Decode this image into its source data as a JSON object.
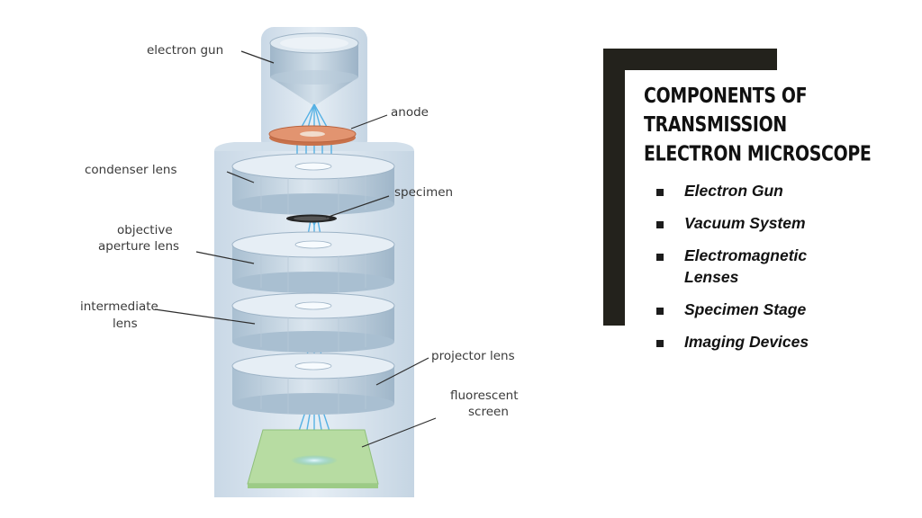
{
  "diagram": {
    "labels": {
      "electron_gun": "electron gun",
      "anode": "anode",
      "condenser_lens": "condenser lens",
      "specimen": "specimen",
      "objective_line1": "objective",
      "objective_line2": "aperture lens",
      "intermediate_line1": "intermediate",
      "intermediate_line2": "lens",
      "projector_lens": "projector lens",
      "fluorescent_line1": "fluorescent",
      "fluorescent_line2": "screen"
    },
    "colors": {
      "column": "#dfe8f1",
      "lens_face": "#e4ecf3",
      "lens_side": "#b7cad9",
      "beam": "#4fb3e8",
      "anode": "#d98a62",
      "screen": "#b5dca0"
    }
  },
  "panel": {
    "title_lines": [
      "COMPONENTS OF",
      "TRANSMISSION",
      "ELECTRON MICROSCOPE"
    ],
    "items": [
      [
        "Electron Gun"
      ],
      [
        "Vacuum System"
      ],
      [
        "Electromagnetic",
        "Lenses"
      ],
      [
        "Specimen Stage"
      ],
      [
        "Imaging Devices"
      ]
    ],
    "bracket_color": "#23221c"
  }
}
